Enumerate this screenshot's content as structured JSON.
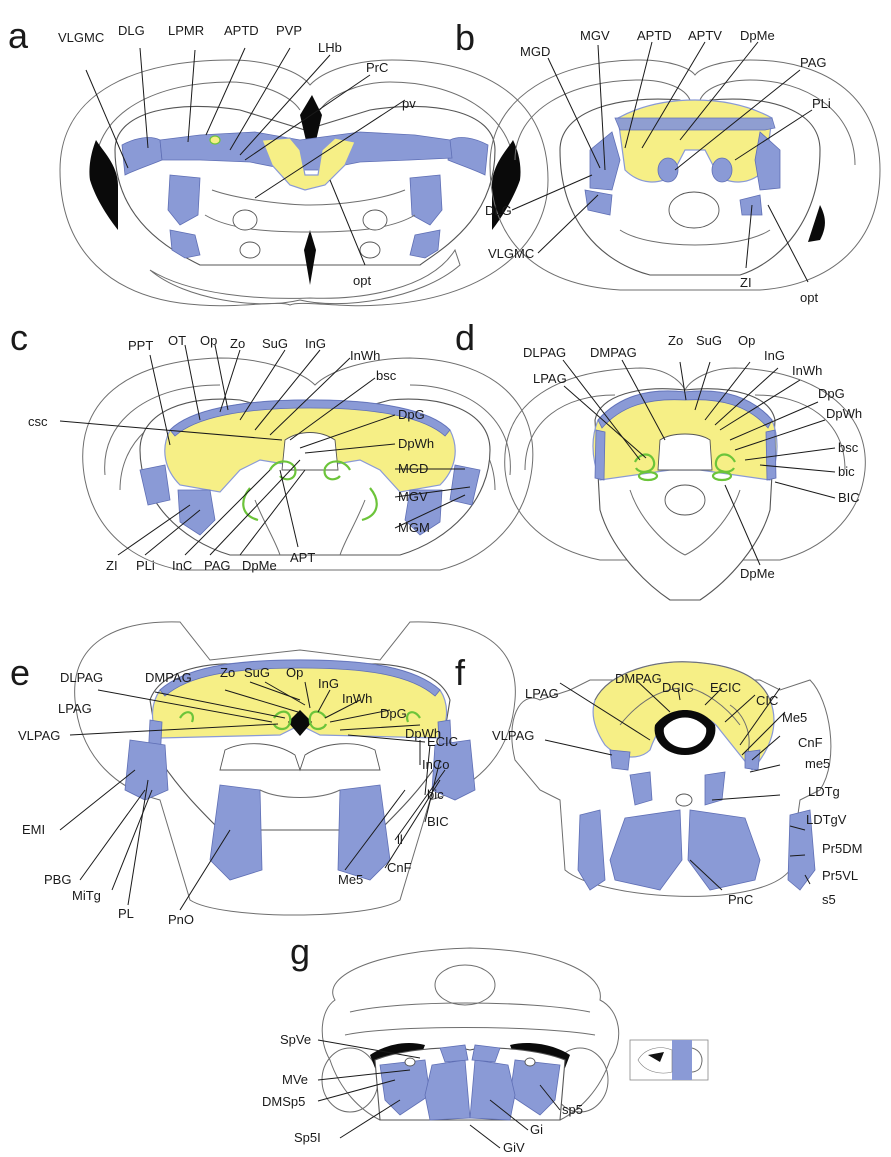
{
  "panels": [
    {
      "id": "a",
      "letter": "a",
      "labels": [
        "VLGMC",
        "DLG",
        "LPMR",
        "APTD",
        "PVP",
        "LHb",
        "PrC",
        "pv",
        "opt"
      ]
    },
    {
      "id": "b",
      "letter": "b",
      "labels": [
        "MGD",
        "MGV",
        "APTD",
        "APTV",
        "DpMe",
        "PAG",
        "PLi",
        "DLG",
        "VLGMC",
        "ZI",
        "opt"
      ]
    },
    {
      "id": "c",
      "letter": "c",
      "labels": [
        "PPT",
        "OT",
        "Op",
        "Zo",
        "SuG",
        "InG",
        "InWh",
        "bsc",
        "csc",
        "DpG",
        "DpWh",
        "MGD",
        "MGV",
        "MGM",
        "ZI",
        "PLi",
        "InC",
        "PAG",
        "DpMe",
        "APT"
      ]
    },
    {
      "id": "d",
      "letter": "d",
      "labels": [
        "DLPAG",
        "DMPAG",
        "Zo",
        "SuG",
        "Op",
        "InG",
        "InWh",
        "LPAG",
        "DpG",
        "DpWh",
        "bsc",
        "bic",
        "BIC",
        "DpMe"
      ]
    },
    {
      "id": "e",
      "letter": "e",
      "labels": [
        "DLPAG",
        "DMPAG",
        "Zo",
        "SuG",
        "Op",
        "InG",
        "InWh",
        "LPAG",
        "DpG",
        "DpWh",
        "VLPAG",
        "ECIC",
        "InCo",
        "bic",
        "BIC",
        "EMI",
        "ll",
        "CnF",
        "PBG",
        "MiTg",
        "PL",
        "PnO",
        "Me5"
      ]
    },
    {
      "id": "f",
      "letter": "f",
      "labels": [
        "DMPAG",
        "LPAG",
        "DCIC",
        "ECIC",
        "CIC",
        "Me5",
        "CnF",
        "VLPAG",
        "me5",
        "LDTg",
        "LDTgV",
        "Pr5DM",
        "Pr5VL",
        "s5",
        "PnC"
      ]
    },
    {
      "id": "g",
      "letter": "g",
      "labels": [
        "SpVe",
        "MVe",
        "DMSp5",
        "Sp5I",
        "sp5",
        "Gi",
        "GiV"
      ]
    }
  ],
  "colors": {
    "blue_region": "#8a9ad6",
    "yellow_region": "#f6ef86",
    "green_outline": "#6cc43a",
    "black_region": "#0a0a0a",
    "outline": "#6e6e6e"
  }
}
